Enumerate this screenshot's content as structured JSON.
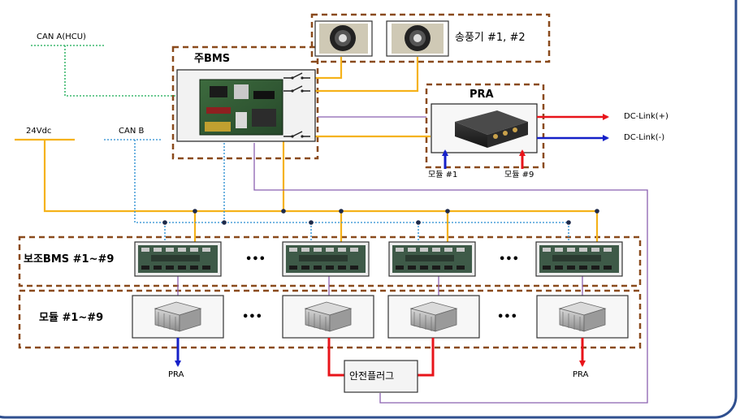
{
  "buses": {
    "can_a": "CAN A(HCU)",
    "can_b": "CAN B",
    "dc24": "24Vdc"
  },
  "main_bms": {
    "title": "주BMS"
  },
  "blower": {
    "title": "송풍기 #1, #2"
  },
  "pra": {
    "title": "PRA",
    "dc_plus": "DC-Link(+)",
    "dc_minus": "DC-Link(-)",
    "module1": "모듈 #1",
    "module9": "모듈 #9"
  },
  "sub_bms": {
    "title": "보조BMS #1~#9",
    "ellipsis": "•••"
  },
  "modules": {
    "title": "모듈 #1~#9",
    "ellipsis": "•••"
  },
  "bottom": {
    "pra_left": "PRA",
    "pra_right": "PRA",
    "safety_plug": "안전플러그"
  },
  "colors": {
    "orange": "#F5B21A",
    "can_a": "#3CB86E",
    "can_b": "#4A9FD8",
    "purple": "#8B60B0",
    "red": "#E8141A",
    "blue": "#1520C8",
    "dashed_box": "#8A4A1C",
    "frame": "#2F4F8F"
  }
}
